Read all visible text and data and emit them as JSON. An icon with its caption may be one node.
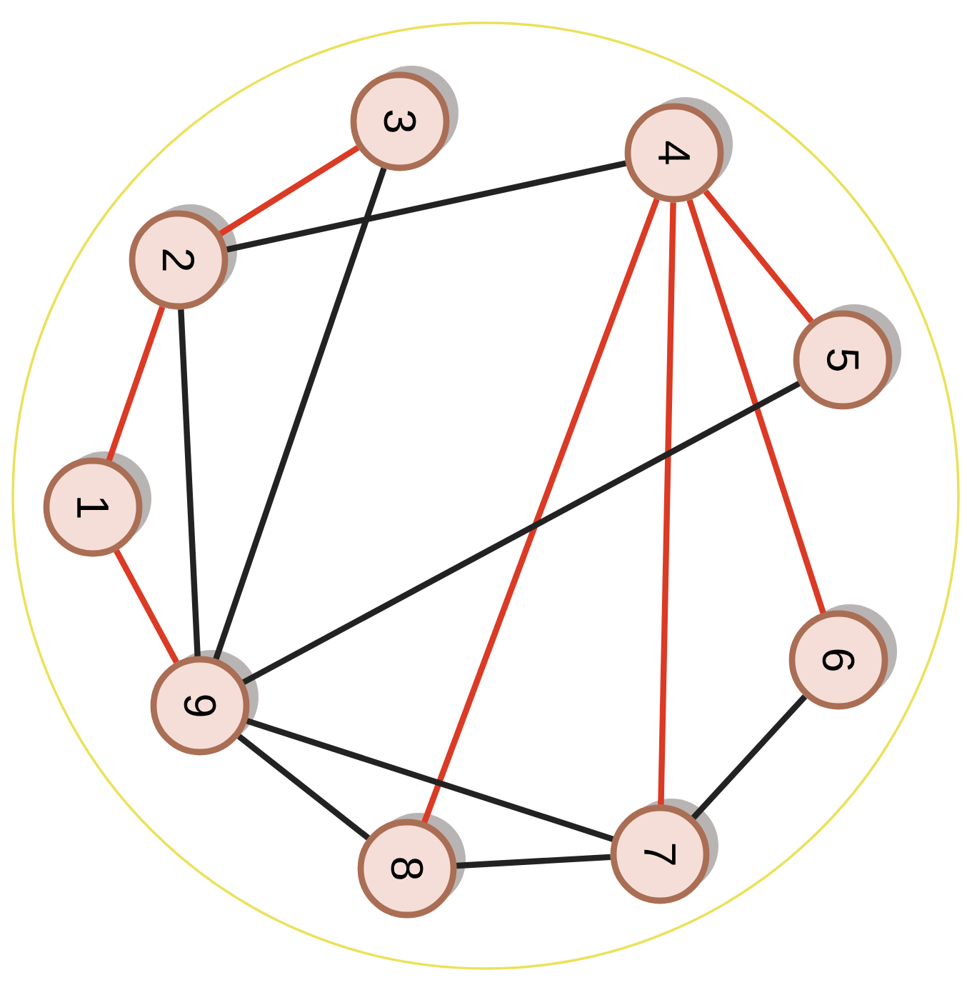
{
  "diagram": {
    "nodes": [
      {
        "text": [
          "1"
        ]
      },
      {
        "text": [
          "2"
        ]
      },
      {
        "text": [
          "3"
        ]
      },
      {
        "text": [
          "4"
        ]
      },
      {
        "text": [
          "5"
        ]
      },
      {
        "text": [
          "6"
        ]
      },
      {
        "text": [
          "7"
        ]
      },
      {
        "text": [
          "8"
        ]
      },
      {
        "text": [
          "9"
        ]
      }
    ],
    "edges": [
      {
        "from": 2,
        "to": 1,
        "arrow": "none",
        "color": "#db3a25"
      },
      {
        "from": 1,
        "to": 0,
        "arrow": "none",
        "color": "#db3a25"
      },
      {
        "from": 0,
        "to": 8,
        "arrow": "none",
        "color": "#db3a25"
      },
      {
        "from": 1,
        "to": 3,
        "arrow": "none"
      },
      {
        "from": 1,
        "to": 8,
        "arrow": "none"
      },
      {
        "from": 2,
        "to": 8,
        "arrow": "none"
      },
      {
        "from": 3,
        "to": 7,
        "arrow": "none",
        "color": "#db3a25"
      },
      {
        "from": 3,
        "to": 6,
        "arrow": "none",
        "color": "#db3a25"
      },
      {
        "from": 3,
        "to": 5,
        "arrow": "none",
        "color": "#db3a25"
      },
      {
        "from": 3,
        "to": 4,
        "arrow": "none",
        "color": "#db3a25"
      },
      {
        "from": 8,
        "to": 4,
        "arrow": "none"
      },
      {
        "from": 8,
        "to": 7,
        "arrow": "none"
      },
      {
        "from": 8,
        "to": 6,
        "arrow": "none"
      },
      {
        "from": 7,
        "to": 6,
        "arrow": "none"
      },
      {
        "from": 6,
        "to": 5,
        "arrow": "none"
      }
    ]
  }
}
